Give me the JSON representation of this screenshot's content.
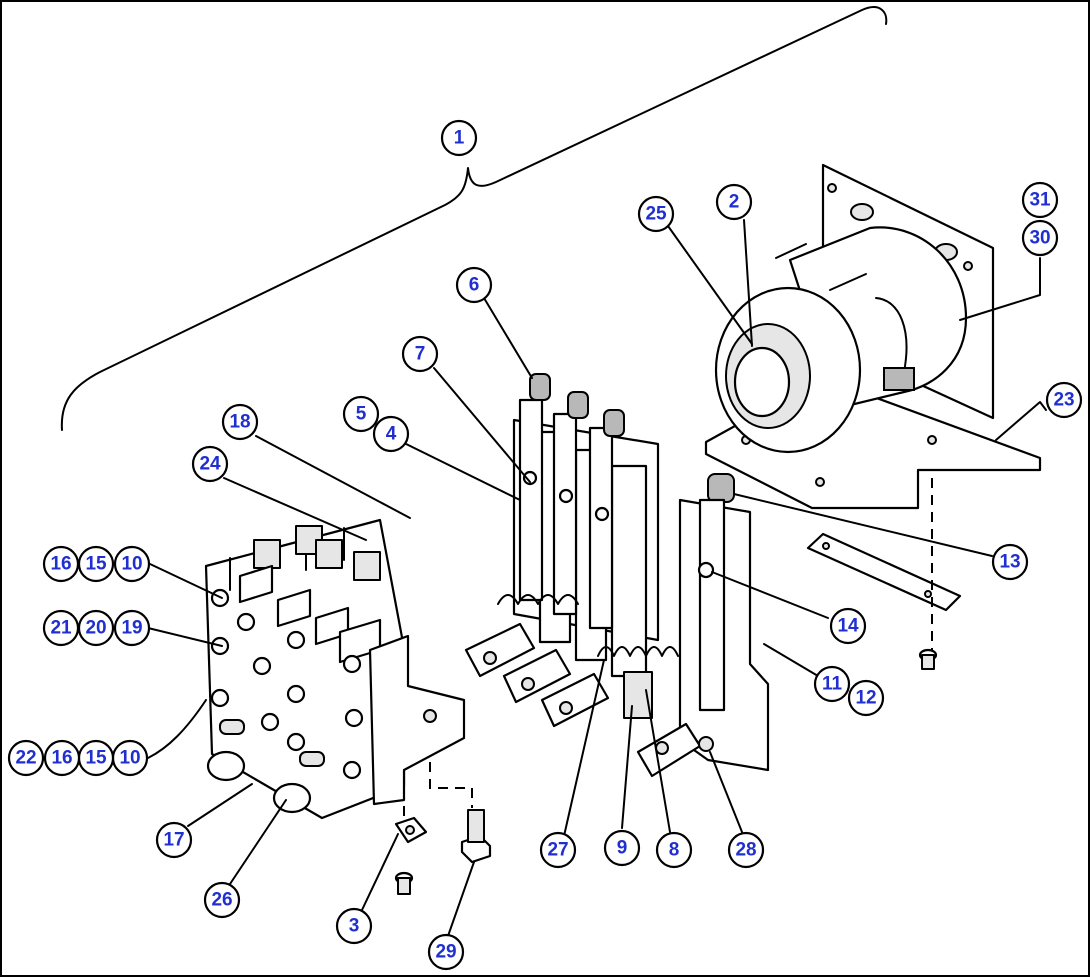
{
  "callouts": [
    {
      "id": "c1",
      "label": "1"
    },
    {
      "id": "c2",
      "label": "2"
    },
    {
      "id": "c3",
      "label": "3"
    },
    {
      "id": "c4",
      "label": "4"
    },
    {
      "id": "c5",
      "label": "5"
    },
    {
      "id": "c6",
      "label": "6"
    },
    {
      "id": "c7",
      "label": "7"
    },
    {
      "id": "c8",
      "label": "8"
    },
    {
      "id": "c9",
      "label": "9"
    },
    {
      "id": "c10a",
      "label": "10"
    },
    {
      "id": "c10b",
      "label": "10"
    },
    {
      "id": "c11",
      "label": "11"
    },
    {
      "id": "c12",
      "label": "12"
    },
    {
      "id": "c13",
      "label": "13"
    },
    {
      "id": "c14",
      "label": "14"
    },
    {
      "id": "c15a",
      "label": "15"
    },
    {
      "id": "c15b",
      "label": "15"
    },
    {
      "id": "c16a",
      "label": "16"
    },
    {
      "id": "c16b",
      "label": "16"
    },
    {
      "id": "c17",
      "label": "17"
    },
    {
      "id": "c18",
      "label": "18"
    },
    {
      "id": "c19",
      "label": "19"
    },
    {
      "id": "c20",
      "label": "20"
    },
    {
      "id": "c21",
      "label": "21"
    },
    {
      "id": "c22",
      "label": "22"
    },
    {
      "id": "c23",
      "label": "23"
    },
    {
      "id": "c24",
      "label": "24"
    },
    {
      "id": "c25",
      "label": "25"
    },
    {
      "id": "c26",
      "label": "26"
    },
    {
      "id": "c27",
      "label": "27"
    },
    {
      "id": "c28",
      "label": "28"
    },
    {
      "id": "c29",
      "label": "29"
    },
    {
      "id": "c30",
      "label": "30"
    },
    {
      "id": "c31",
      "label": "31"
    }
  ]
}
